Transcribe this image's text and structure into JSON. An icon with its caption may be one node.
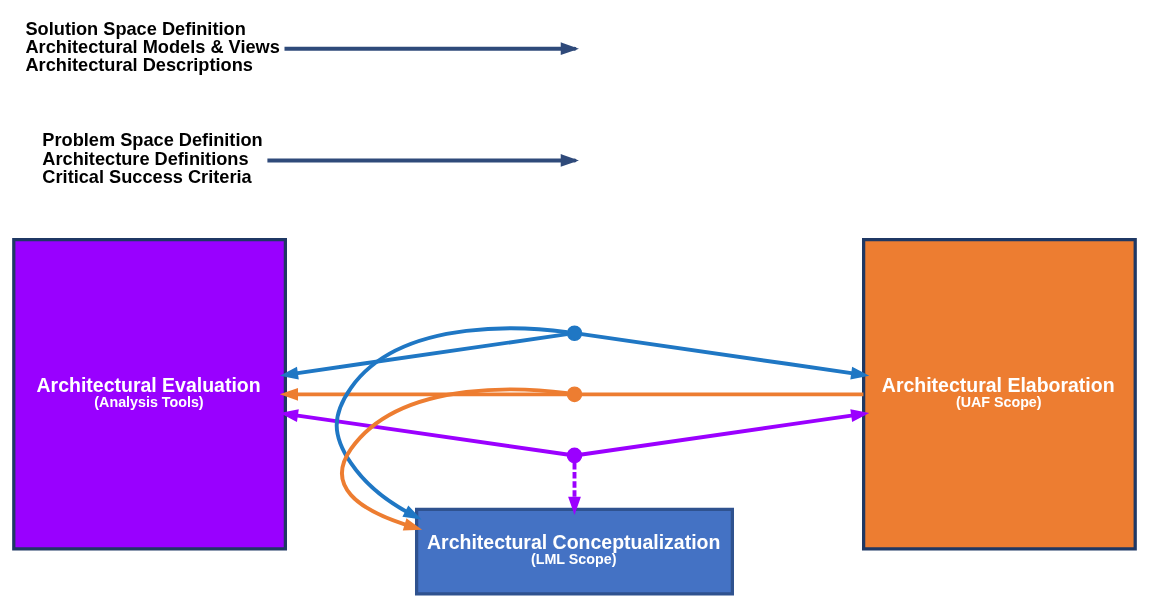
{
  "diagram": {
    "nodes": [
      {
        "text": [
          "Architectural Conceptualization",
          "(LML Scope)"
        ]
      },
      {
        "text": [
          "Problem Space Definition",
          "Architecture Definitions",
          "Critical Success Criteria"
        ]
      },
      {
        "text": [
          "Architectural Evaluation",
          "(Analysis Tools)"
        ]
      },
      {
        "text": [],
        "shape": "circle"
      },
      {
        "text": [],
        "shape": "circle"
      },
      {
        "text": [],
        "shape": "circle"
      },
      {
        "text": [
          "Architectural Elaboration",
          "(UAF Scope)"
        ]
      },
      {
        "text": [
          "Solution Space Definition",
          "Architectural Models & Views",
          "Architectural Descriptions"
        ]
      }
    ],
    "edges": [
      {
        "from": 3,
        "to": 2,
        "arrow": "to",
        "color": "#1f77c4"
      },
      {
        "from": 3,
        "to": 6,
        "arrow": "to",
        "color": "#1f77c4"
      },
      {
        "from": 3,
        "to": 0,
        "arrow": "to",
        "color": "#1f77c4"
      },
      {
        "from": 6,
        "to": 4,
        "arrow": "none",
        "color": "#ed7d31"
      },
      {
        "from": 4,
        "to": 2,
        "arrow": "to",
        "color": "#ed7d31"
      },
      {
        "from": 4,
        "to": 0,
        "arrow": "to",
        "color": "#ed7d31"
      },
      {
        "from": 5,
        "to": 2,
        "arrow": "to",
        "color": "#9b00ff"
      },
      {
        "from": 5,
        "to": 6,
        "arrow": "to",
        "color": "#9b00ff"
      },
      {
        "from": 5,
        "to": 0,
        "arrow": "to",
        "style": "dashed",
        "color": "#9b00ff"
      },
      {
        "from": 1,
        "to": null,
        "arrow": "to",
        "color": "#2f4a7a"
      },
      {
        "from": 7,
        "to": null,
        "arrow": "to",
        "color": "#2f4a7a"
      }
    ]
  }
}
